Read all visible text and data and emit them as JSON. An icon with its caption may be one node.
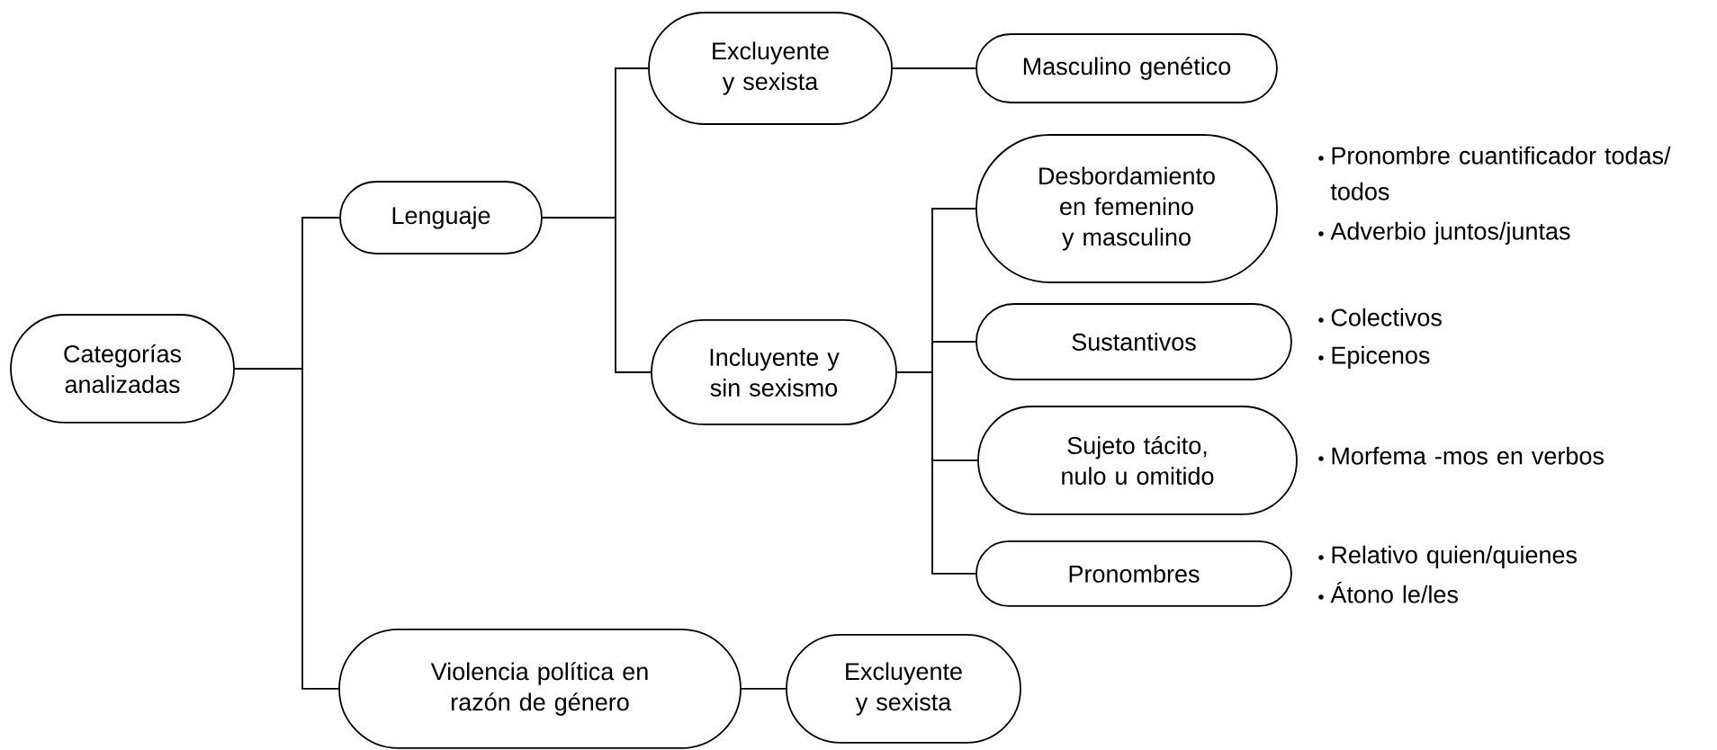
{
  "diagram": {
    "nodes": [
      {
        "text": [
          "Categorías analizadas"
        ]
      },
      {
        "text": [
          "Lenguaje"
        ]
      },
      {
        "text": [
          "Violencia política en razón de género"
        ]
      },
      {
        "text": [
          "Excluyente y sexista"
        ]
      },
      {
        "text": [
          "Incluyente y sin sexismo"
        ]
      },
      {
        "text": [
          "Masculino genético"
        ]
      },
      {
        "text": [
          "Desbordamiento en femenino y masculino"
        ],
        "beside": [
          "Pronombre cuantificador todas/ todos",
          "Adverbio juntos/juntas"
        ]
      },
      {
        "text": [
          "Sustantivos"
        ],
        "beside": [
          "Colectivos",
          "Epicenos"
        ]
      },
      {
        "text": [
          "Sujeto tácito, nulo u omitido"
        ],
        "beside": [
          "Morfema -mos en verbos"
        ]
      },
      {
        "text": [
          "Pronombres"
        ],
        "beside": [
          "Relativo quien/quienes",
          "Átono le/les"
        ]
      },
      {
        "text": [
          "Excluyente y sexista"
        ]
      }
    ],
    "edges": [
      {
        "from": 0,
        "to": 1,
        "arrow": "none"
      },
      {
        "from": 0,
        "to": 2,
        "arrow": "none"
      },
      {
        "from": 1,
        "to": 3,
        "arrow": "none"
      },
      {
        "from": 1,
        "to": 4,
        "arrow": "none"
      },
      {
        "from": 3,
        "to": 5,
        "arrow": "none"
      },
      {
        "from": 4,
        "to": 6,
        "arrow": "none"
      },
      {
        "from": 4,
        "to": 7,
        "arrow": "none"
      },
      {
        "from": 4,
        "to": 8,
        "arrow": "none"
      },
      {
        "from": 4,
        "to": 9,
        "arrow": "none"
      },
      {
        "from": 2,
        "to": 10,
        "arrow": "none"
      }
    ]
  }
}
